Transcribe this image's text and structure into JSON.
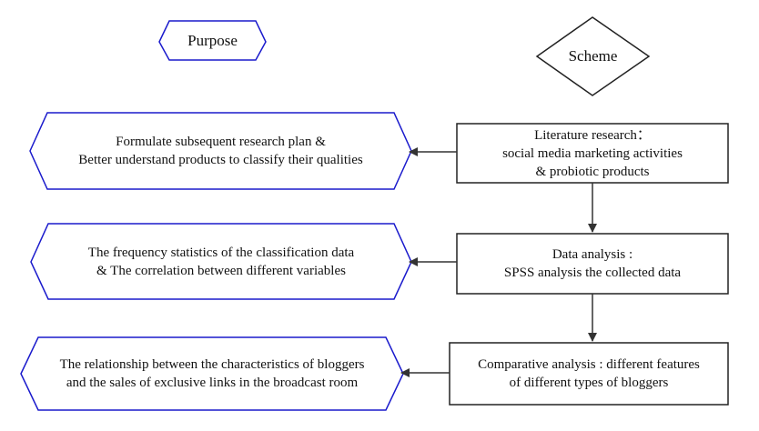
{
  "headers": {
    "purpose": "Purpose",
    "scheme": "Scheme"
  },
  "purpose_boxes": [
    {
      "lines": [
        "Formulate subsequent research plan &",
        "Better understand products to classify their qualities"
      ]
    },
    {
      "lines": [
        "The frequency statistics of the classification data",
        "& The correlation between different variables"
      ]
    },
    {
      "lines": [
        "The relationship between the characteristics of bloggers",
        "and the sales of exclusive links in the broadcast room"
      ]
    }
  ],
  "scheme_boxes": [
    {
      "lines": [
        "Literature research：",
        "social media marketing activities",
        "& probiotic products"
      ]
    },
    {
      "lines": [
        "Data analysis :",
        "SPSS analysis the collected data"
      ]
    },
    {
      "lines": [
        "Comparative analysis : different features",
        "of different types of bloggers"
      ]
    }
  ],
  "colors": {
    "purpose_border": "#1a1acc",
    "scheme_border": "#222222",
    "arrow": "#333333"
  }
}
